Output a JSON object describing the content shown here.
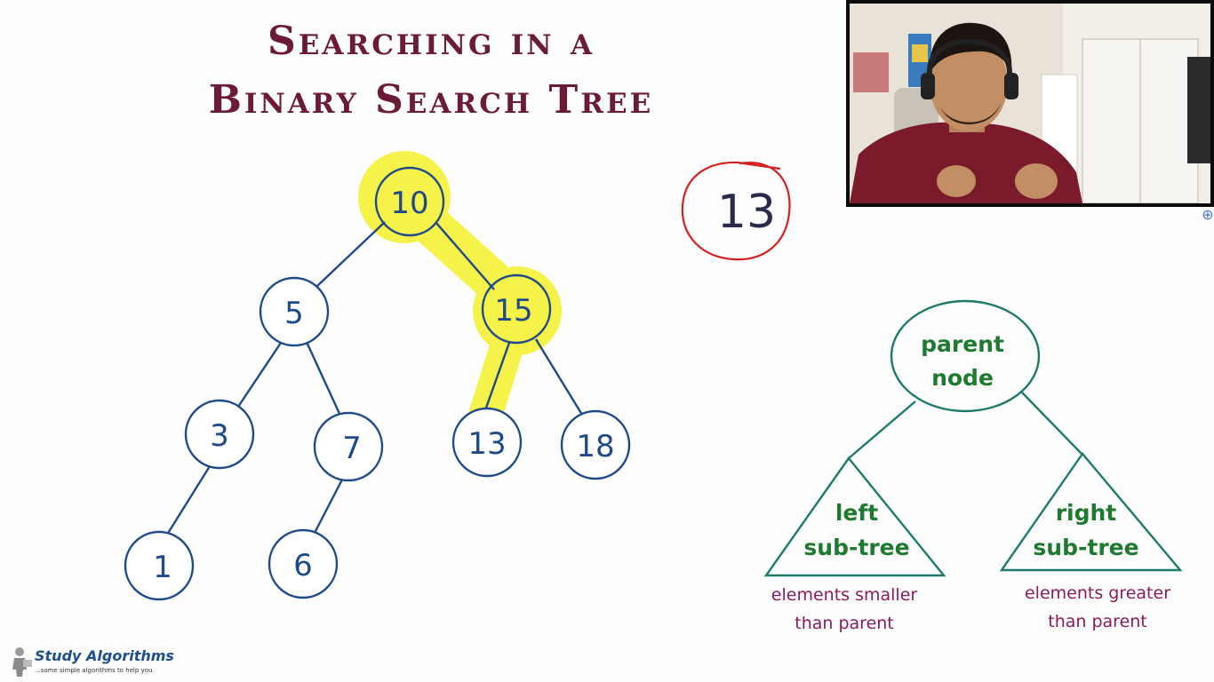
{
  "title": {
    "line1": "Searching in a",
    "line2": "Binary Search Tree"
  },
  "search_value": "13",
  "tree": {
    "nodes": [
      "10",
      "5",
      "15",
      "3",
      "7",
      "13",
      "18",
      "1",
      "6"
    ],
    "highlighted_path": [
      "10",
      "15",
      "13"
    ],
    "highlight_color": "#f5f24a",
    "node_color": "#1f4a8a"
  },
  "concept": {
    "parent_line1": "parent",
    "parent_line2": "node",
    "left_line1": "left",
    "left_line2": "sub-tree",
    "right_line1": "right",
    "right_line2": "sub-tree",
    "left_note_line1": "elements smaller",
    "left_note_line2": "than parent",
    "right_note_line1": "elements greater",
    "right_note_line2": "than parent",
    "green_color": "#1e7a2e",
    "note_color": "#8a1a5a"
  },
  "corner_badge_icon": "plus-badge-icon",
  "logo": {
    "title": "Study Algorithms",
    "tagline": "...some simple algorithms to help you",
    "icon": "person-icon"
  }
}
